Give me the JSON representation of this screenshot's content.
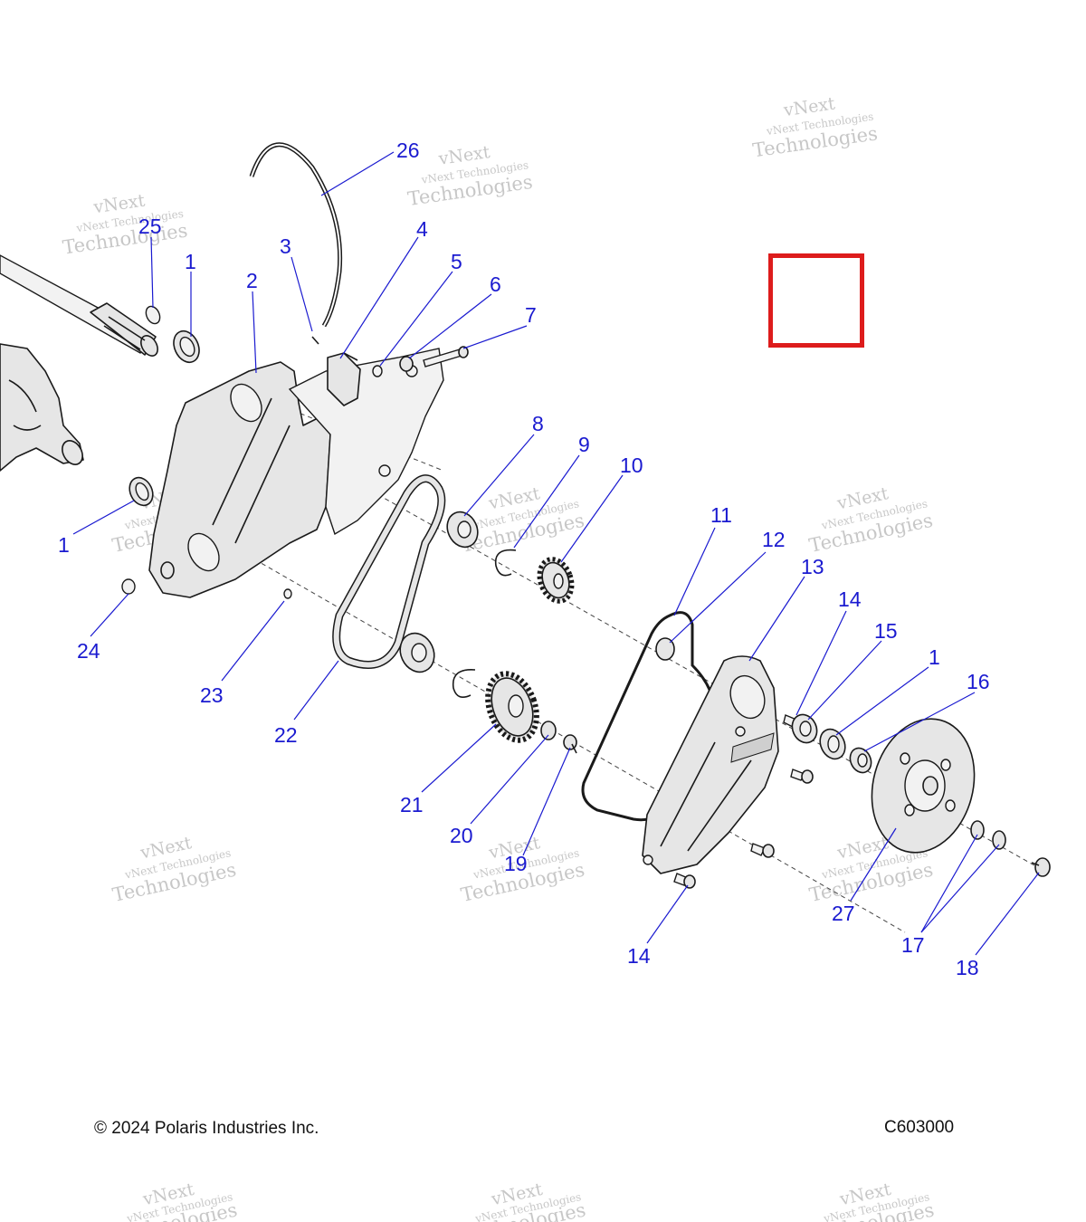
{
  "diagram": {
    "watermark": {
      "line1": "vNext",
      "line2": "vNext Technologies",
      "line3": "Technologies"
    },
    "callouts": [
      "26",
      "25",
      "1",
      "2",
      "3",
      "4",
      "5",
      "6",
      "7",
      "8",
      "9",
      "10",
      "1",
      "24",
      "23",
      "22",
      "11",
      "12",
      "13",
      "14",
      "15",
      "1",
      "16",
      "21",
      "20",
      "19",
      "27",
      "17",
      "18",
      "14"
    ],
    "highlight_color": "#dd1c1c",
    "callout_color": "#1a1ad0"
  },
  "footer": {
    "copyright": "© 2024 Polaris Industries Inc.",
    "figure_code": "C603000"
  }
}
